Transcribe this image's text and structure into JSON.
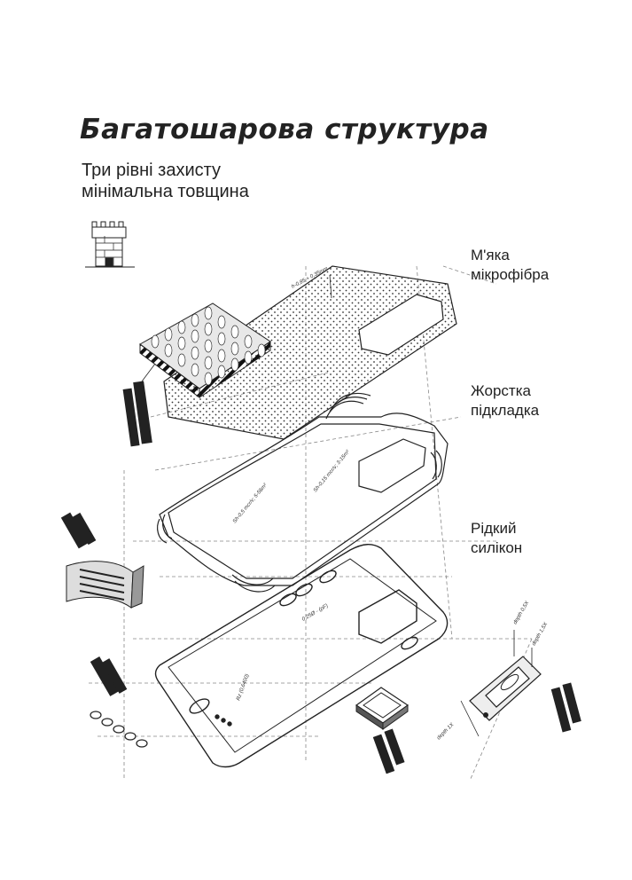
{
  "title": "Багатошарова структура",
  "subtitle": [
    "Три рівні захисту",
    "мінімальна товщина"
  ],
  "layers": [
    {
      "lines": [
        "М'яка",
        "мікрофібра"
      ]
    },
    {
      "lines": [
        "Жорстка",
        "підкладка"
      ]
    },
    {
      "lines": [
        "Рідкий",
        "силікон"
      ]
    }
  ],
  "icons": {
    "tower": "castle-tower-icon",
    "microfiber": "microfiber-texture-icon",
    "corner": "corner-protection-icon",
    "buttons": "button-protection-icon",
    "camera": "camera-frame-icon",
    "side-button": "side-button-icon"
  }
}
